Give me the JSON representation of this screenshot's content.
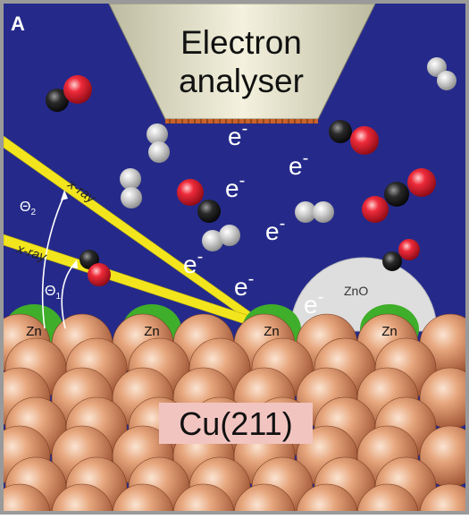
{
  "panel_label": "A",
  "analyser": {
    "line1": "Electron",
    "line2": "analyser"
  },
  "beam_label_upper": "x-ray",
  "beam_label_lower": "x-ray",
  "angle_upper": {
    "symbol": "Θ",
    "sub": "2"
  },
  "angle_lower": {
    "symbol": "Θ",
    "sub": "1"
  },
  "electron_symbol": "e",
  "electron_charge": "-",
  "zno_label": "ZnO",
  "zn_label": "Zn",
  "substrate_label": "Cu(211)",
  "colors": {
    "background": "#252a8a",
    "frame": "#9a9a9a",
    "beam": "#f2e51e",
    "copper": "#d58a5e",
    "zinc": "#3fae2a",
    "zno": "#dedede",
    "oxygen": "#e01a2c",
    "carbon": "#1a1a1a",
    "hydrogen": "#c8c8c8",
    "analyser": "#e4e2c8",
    "label_box": "#f2c4c0"
  }
}
